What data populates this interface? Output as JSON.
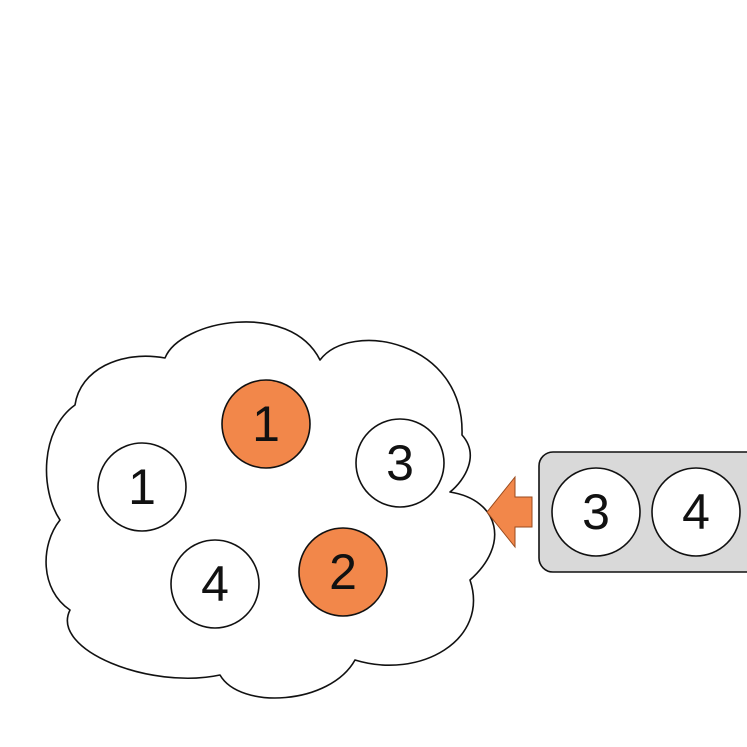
{
  "colors": {
    "background": "#ffffff",
    "stroke": "#111111",
    "highlight": "#f2874a",
    "node_fill": "#ffffff",
    "queue_fill": "#d9d9d9",
    "arrow_fill": "#f2874a"
  },
  "cloud": {
    "nodes": [
      {
        "label": "1",
        "highlighted": true
      },
      {
        "label": "1",
        "highlighted": false
      },
      {
        "label": "3",
        "highlighted": false
      },
      {
        "label": "4",
        "highlighted": false
      },
      {
        "label": "2",
        "highlighted": true
      }
    ]
  },
  "queue": {
    "nodes": [
      {
        "label": "3"
      },
      {
        "label": "4"
      }
    ]
  },
  "arrow": {
    "direction": "left"
  }
}
